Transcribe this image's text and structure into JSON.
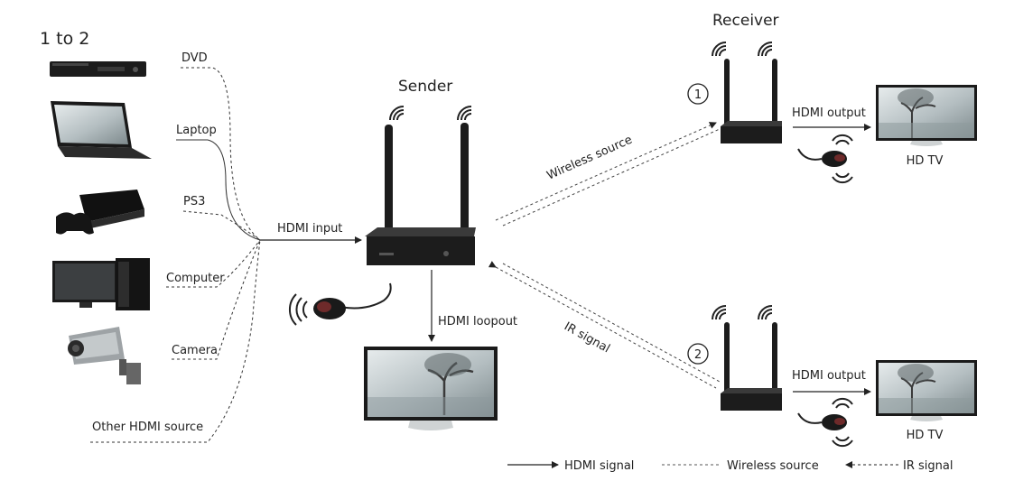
{
  "corner_label": "1 to 2",
  "titles": {
    "sender": "Sender",
    "receiver": "Receiver"
  },
  "sources": [
    {
      "label": "DVD",
      "icon": "dvd-player-icon"
    },
    {
      "label": "Laptop",
      "icon": "laptop-icon"
    },
    {
      "label": "PS3",
      "icon": "game-console-icon"
    },
    {
      "label": "Computer",
      "icon": "desktop-computer-icon"
    },
    {
      "label": "Camera",
      "icon": "security-camera-icon"
    },
    {
      "label": "Other HDMI source",
      "icon": ""
    }
  ],
  "connections": {
    "hdmi_input": "HDMI input",
    "hdmi_loopout": "HDMI loopout",
    "wireless_source": "Wireless source",
    "ir_signal": "IR signal",
    "hdmi_output": "HDMI output"
  },
  "receivers": [
    {
      "number": "1",
      "tv_label": "HD TV"
    },
    {
      "number": "2",
      "tv_label": "HD TV"
    }
  ],
  "legend": [
    {
      "style": "solid-arrow",
      "label": "HDMI signal"
    },
    {
      "style": "dashed",
      "label": "Wireless source"
    },
    {
      "style": "dashed-arrow",
      "label": "IR signal"
    }
  ],
  "colors": {
    "line": "#222222",
    "device": "#1c1c1c",
    "tv_frame": "#1a1a1a",
    "tv_screen": "#b9c3c6"
  }
}
